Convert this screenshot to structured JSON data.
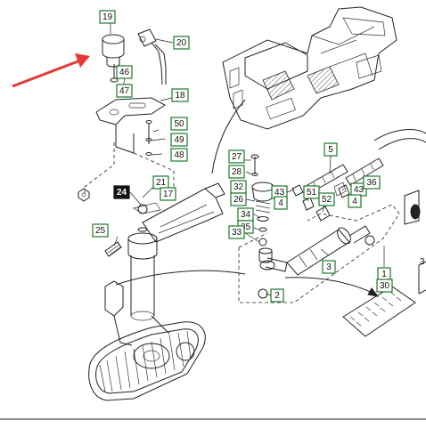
{
  "arrow_color": "#e53935",
  "callout_color": "#1a7a2a",
  "callouts": [
    {
      "id": "c19",
      "label": "19",
      "highlight": false
    },
    {
      "id": "c20",
      "label": "20",
      "highlight": false
    },
    {
      "id": "c46",
      "label": "46",
      "highlight": false
    },
    {
      "id": "c47",
      "label": "47",
      "highlight": false
    },
    {
      "id": "c18",
      "label": "18",
      "highlight": false
    },
    {
      "id": "c50",
      "label": "50",
      "highlight": false
    },
    {
      "id": "c49",
      "label": "49",
      "highlight": false
    },
    {
      "id": "c48",
      "label": "48",
      "highlight": false
    },
    {
      "id": "c21",
      "label": "21",
      "highlight": false
    },
    {
      "id": "c24",
      "label": "24",
      "highlight": true
    },
    {
      "id": "c17",
      "label": "17",
      "highlight": false
    },
    {
      "id": "c25",
      "label": "25",
      "highlight": false
    },
    {
      "id": "c27",
      "label": "27",
      "highlight": false
    },
    {
      "id": "c28",
      "label": "28",
      "highlight": false
    },
    {
      "id": "c32",
      "label": "32",
      "highlight": false
    },
    {
      "id": "c26",
      "label": "26",
      "highlight": false
    },
    {
      "id": "c34",
      "label": "34",
      "highlight": false
    },
    {
      "id": "c35",
      "label": "35",
      "highlight": false
    },
    {
      "id": "c33",
      "label": "33",
      "highlight": false
    },
    {
      "id": "c43a",
      "label": "43",
      "highlight": false
    },
    {
      "id": "c4a",
      "label": "4",
      "highlight": false
    },
    {
      "id": "c51",
      "label": "51",
      "highlight": false
    },
    {
      "id": "c5",
      "label": "5",
      "highlight": false
    },
    {
      "id": "c52",
      "label": "52",
      "highlight": false
    },
    {
      "id": "c43b",
      "label": "43",
      "highlight": false
    },
    {
      "id": "c4b",
      "label": "4",
      "highlight": false
    },
    {
      "id": "c36",
      "label": "36",
      "highlight": false
    },
    {
      "id": "c3",
      "label": "3",
      "highlight": false
    },
    {
      "id": "c2",
      "label": "2",
      "highlight": false
    },
    {
      "id": "c1",
      "label": "1",
      "highlight": false
    },
    {
      "id": "c30",
      "label": "30",
      "highlight": false
    }
  ],
  "edge_label": "3"
}
